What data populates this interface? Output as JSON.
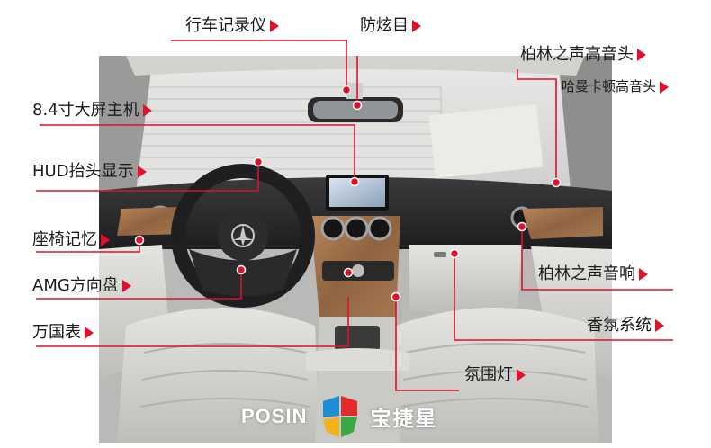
{
  "labels": {
    "dash_cam": "行车记录仪",
    "anti_glare": "防炫目",
    "burmester_tweeter": "柏林之声高音头",
    "harman_tweeter": "哈曼卡顿高音头",
    "screen_84": "8.4寸大屏主机",
    "hud": "HUD抬头显示",
    "seat_memory": "座椅记忆",
    "amg_wheel": "AMG方向盘",
    "world_clock": "万国表",
    "burmester_sound": "柏林之声音响",
    "fragrance": "香氛系统",
    "ambient_light": "氛围灯"
  },
  "brand": {
    "latin": "POSIN",
    "chinese": "宝捷星"
  },
  "colors": {
    "accent": "#e0102a",
    "leather": "#d6d6d2",
    "dashboard": "#2c2c2e",
    "wood": "#a07450"
  }
}
